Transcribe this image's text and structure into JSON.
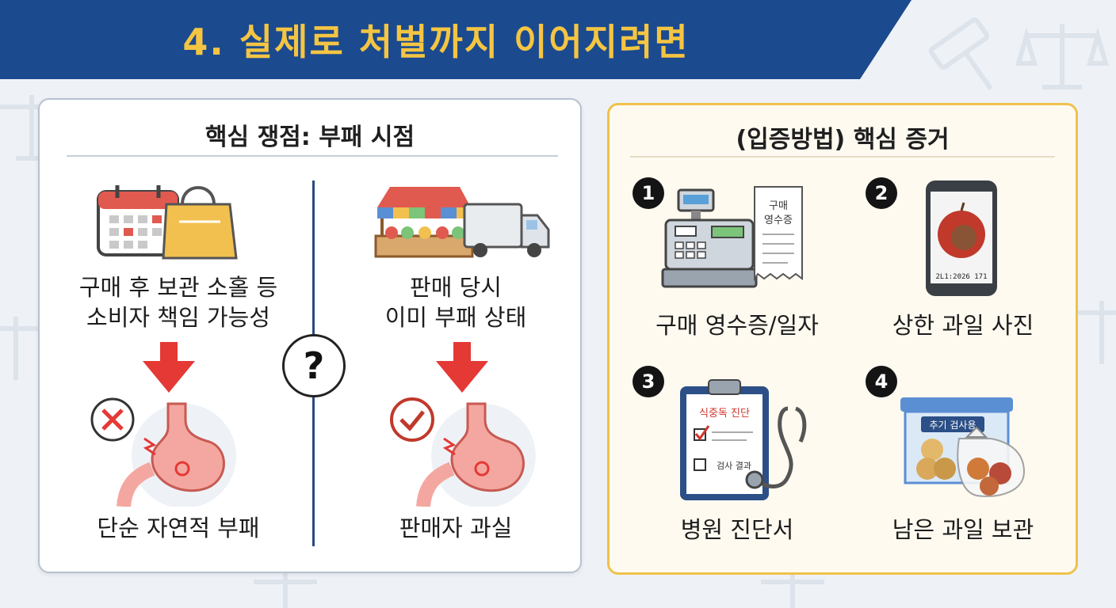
{
  "header": {
    "title": "4. 실제로 처벌까지 이어지려면"
  },
  "left_panel": {
    "title": "핵심 쟁점: 부패 시점",
    "question_mark": "?",
    "left_case": {
      "label_line1": "구매 후 보관 소홀 등",
      "label_line2": "소비자 책임 가능성",
      "result": "단순 자연적 부패"
    },
    "right_case": {
      "label_line1": "판매 당시",
      "label_line2": "이미 부패 상태",
      "result": "판매자 과실"
    }
  },
  "right_panel": {
    "title": "(입증방법) 핵심 증거",
    "items": [
      {
        "number": "1",
        "label": "구매 영수증/일자",
        "inner_text": "구매\n영수증"
      },
      {
        "number": "2",
        "label": "상한 과일 사진",
        "inner_text": "2L1:2026 171"
      },
      {
        "number": "3",
        "label": "병원 진단서",
        "inner_text": "식중독 진단",
        "inner_text2": "검사 결과"
      },
      {
        "number": "4",
        "label": "남은 과일 보관",
        "inner_text": "추기 검사용"
      }
    ]
  },
  "colors": {
    "header_bg": "#1b4a8f",
    "header_text": "#f5c542",
    "arrow_red": "#e53935",
    "right_border": "#f0c14b"
  }
}
